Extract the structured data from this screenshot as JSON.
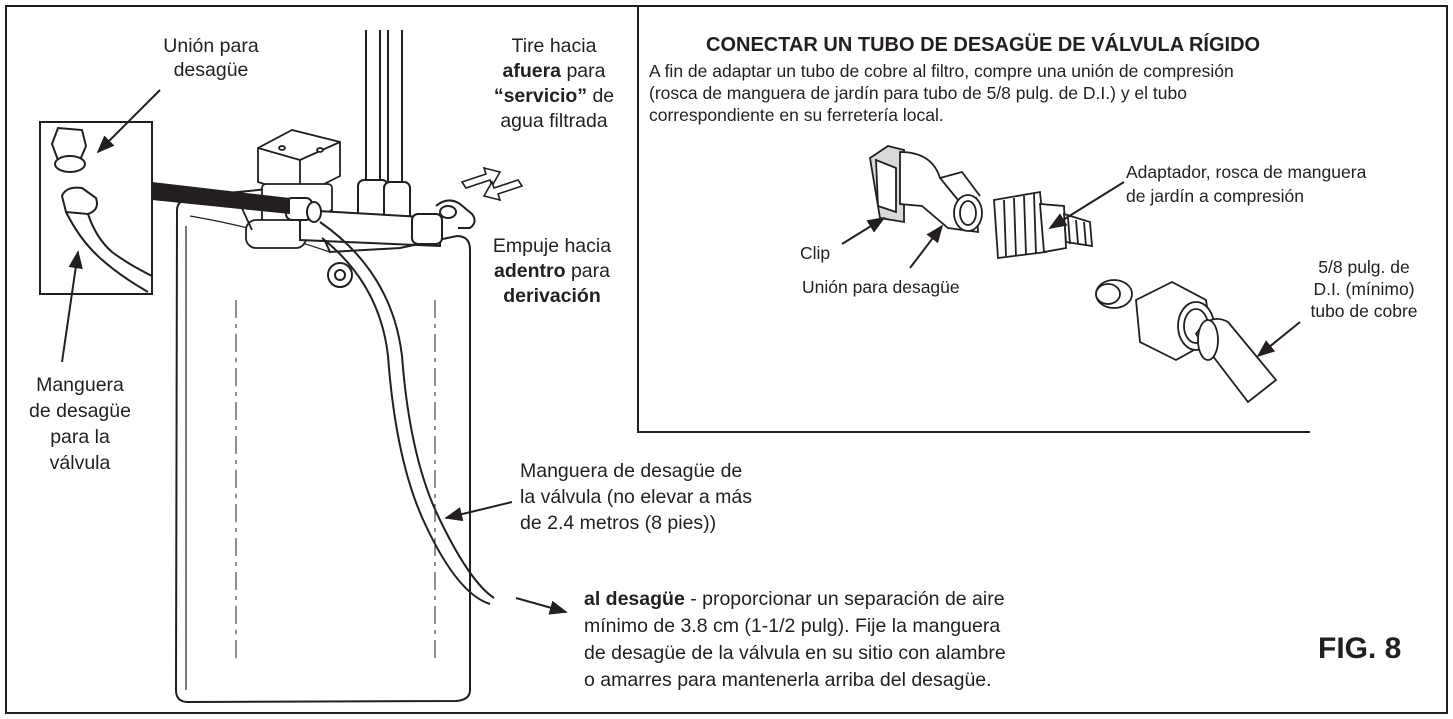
{
  "labels": {
    "union_top_1": "Unión para",
    "union_top_2": "desagüe",
    "pull_1": "Tire hacia",
    "pull_2_bold": "afuera",
    "pull_2_rest": " para",
    "pull_3_bold": "“servicio”",
    "pull_3_rest": " de",
    "pull_4": "agua filtrada",
    "push_1": "Empuje hacia",
    "push_2_bold": "adentro",
    "push_2_rest": " para",
    "push_3_bold": "derivación",
    "hose_left_1": "Manguera",
    "hose_left_2": "de desagüe",
    "hose_left_3": "para la",
    "hose_left_4": "válvula",
    "hose_mid_1": "Manguera de desagüe de",
    "hose_mid_2": "la válvula (no elevar a más",
    "hose_mid_3": "de 2.4 metros (8 pies))",
    "drain_bold": "al desagüe",
    "drain_1_rest": " - proporcionar un separación de aire",
    "drain_2": "mínimo de 3.8 cm (1-1/2 pulg). Fije la manguera",
    "drain_3": "de desagüe de la válvula en su sitio con alambre",
    "drain_4": "o amarres para mantenerla arriba del desagüe."
  },
  "inset": {
    "title": "CONECTAR UN TUBO DE DESAGÜE DE VÁLVULA RÍGIDO",
    "body_1": "A fin de adaptar un tubo de cobre al filtro, compre una unión de compresión",
    "body_2": "(rosca de manguera de jardín para tubo de 5/8 pulg. de D.I.) y el tubo",
    "body_3": "correspondiente en su ferretería local.",
    "adapter_1": "Adaptador, rosca de manguera",
    "adapter_2": "de jardín a compresión",
    "clip": "Clip",
    "union": "Unión para desagüe",
    "tube_1": "5/8 pulg. de",
    "tube_2": "D.I. (mínimo)",
    "tube_3": "tubo de cobre"
  },
  "figure_label": "FIG. 8",
  "colors": {
    "ink": "#231f20",
    "paper": "#ffffff",
    "shade": "#b8b8b8"
  }
}
